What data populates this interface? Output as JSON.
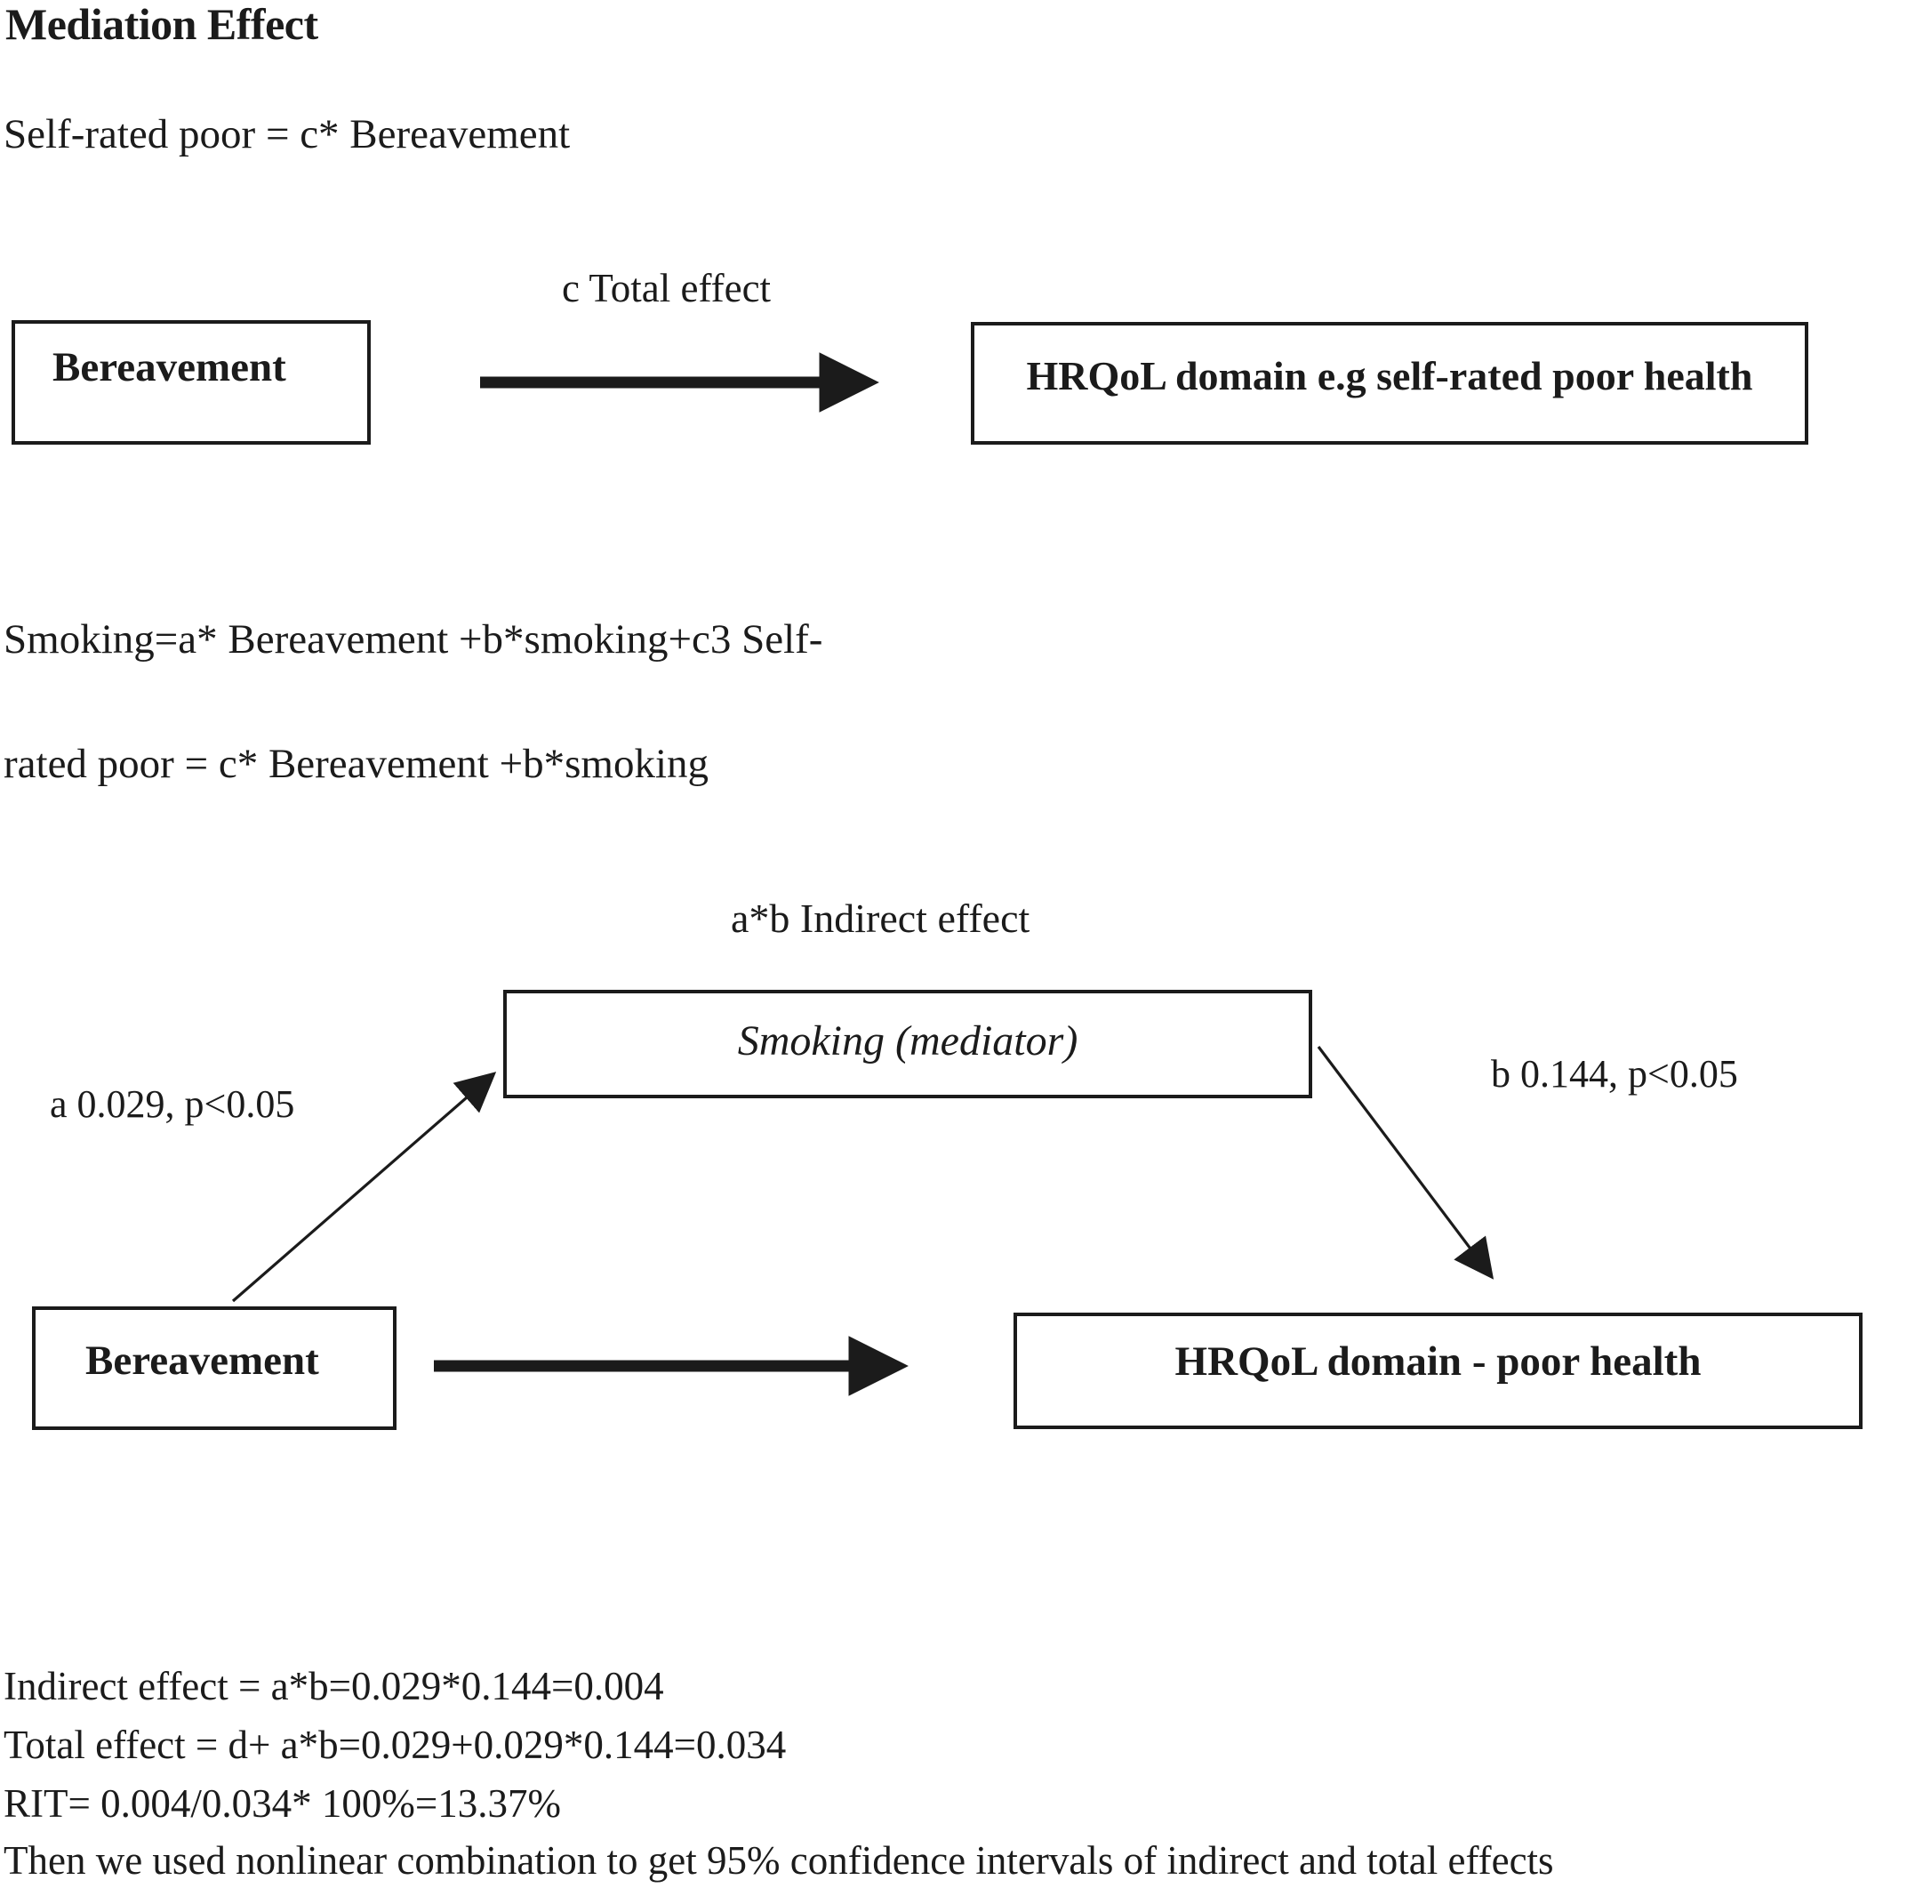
{
  "page": {
    "background": "#ffffff",
    "ink_color": "#1b1b1b",
    "box_border_color": "#1b1b1b"
  },
  "header": {
    "title": "Mediation Effect",
    "equation": "Self-rated poor = c* Bereavement"
  },
  "total_effect_diagram": {
    "predictor_box": "Bereavement",
    "arrow_label": "c Total effect",
    "outcome_box": "HRQoL domain e.g self-rated poor health"
  },
  "mediation_equations": {
    "line1": "Smoking=a* Bereavement +b*smoking+c3 Self-",
    "line2": "rated poor = c* Bereavement +b*smoking"
  },
  "mediation_diagram": {
    "indirect_effect_label": "a*b Indirect effect",
    "mediator_box": "Smoking (mediator)",
    "path_a_label": "a 0.029, p<0.05",
    "path_b_label": "b 0.144, p<0.05",
    "predictor_box": "Bereavement",
    "outcome_box": "HRQoL domain - poor health"
  },
  "results": {
    "line1": "Indirect effect = a*b=0.029*0.144=0.004",
    "line2": "Total effect = d+ a*b=0.029+0.029*0.144=0.034",
    "line3": "RIT= 0.004/0.034* 100%=13.37%",
    "line4": "Then we used nonlinear combination to get 95% confidence intervals of indirect and total effects"
  }
}
